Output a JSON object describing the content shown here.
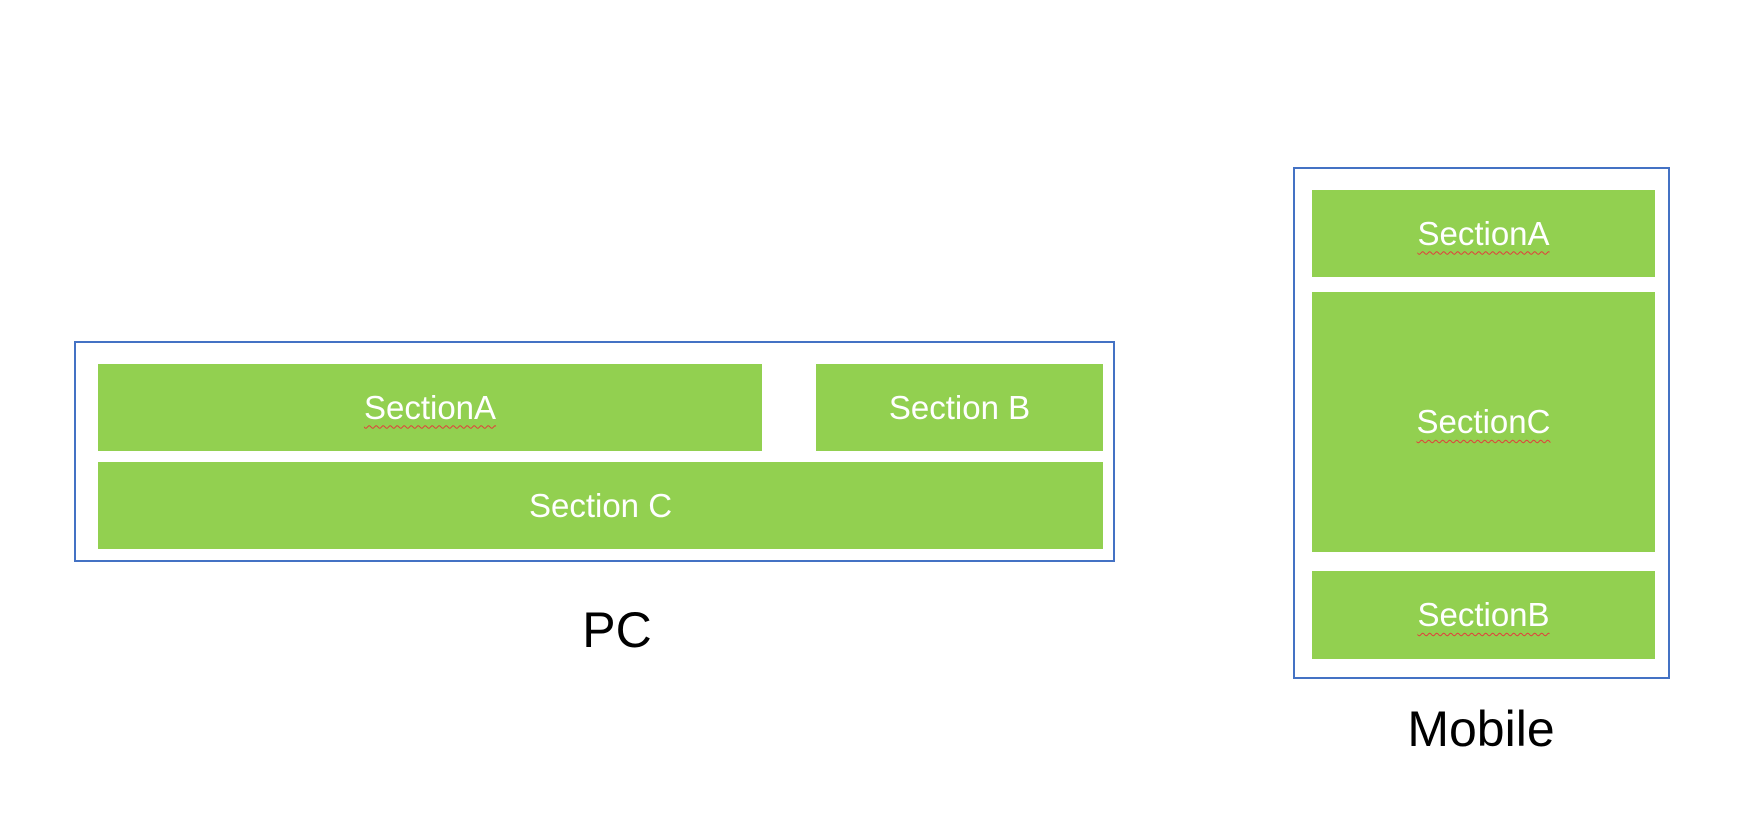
{
  "colors": {
    "frame_border": "#4472c4",
    "section_fill": "#92d050",
    "section_text": "#ffffff",
    "caption_text": "#000000",
    "spellcheck_underline": "#e33b3b"
  },
  "pc": {
    "caption": "PC",
    "sections": {
      "a": "SectionA",
      "b": "Section B",
      "c": "Section C"
    }
  },
  "mobile": {
    "caption": "Mobile",
    "sections": {
      "a": "SectionA",
      "c": "SectionC",
      "b": "SectionB"
    }
  }
}
